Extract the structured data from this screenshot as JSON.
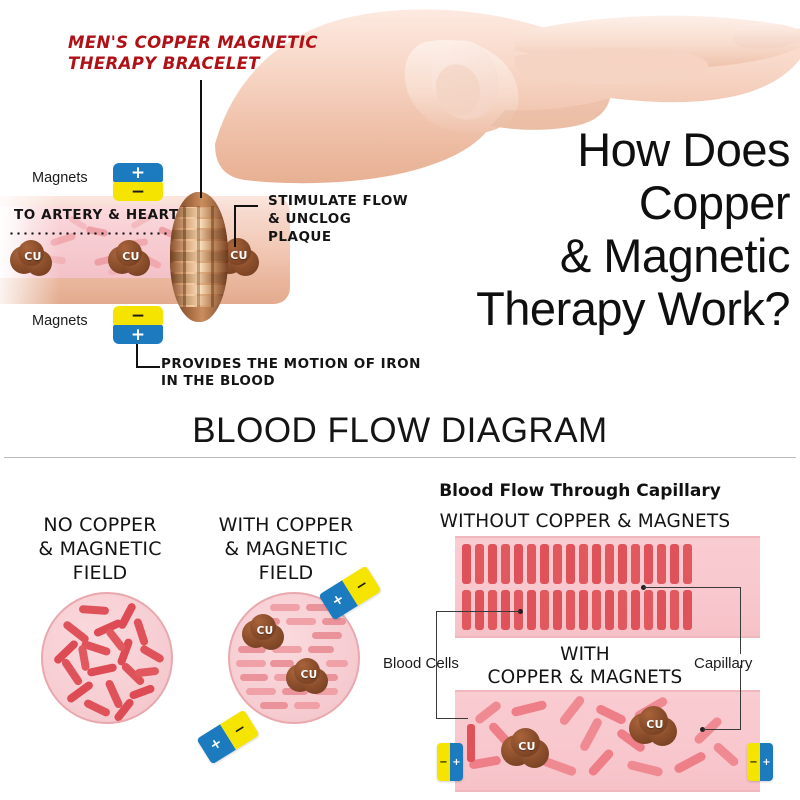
{
  "top": {
    "bracelet_title": "MEN'S COPPER MAGNETIC THERAPY BRACELET",
    "headline_lines": [
      "How Does",
      "Copper",
      "& Magnetic",
      "Therapy Work?"
    ],
    "artery_label": "TO ARTERY & HEART",
    "magnets_label_top": "Magnets",
    "magnets_label_bottom": "Magnets",
    "callout_stimulate": [
      "STIMULATE FLOW",
      "& UNCLOG",
      "PLAQUE"
    ],
    "callout_motion": [
      "PROVIDES THE MOTION OF IRON",
      "IN THE BLOOD"
    ],
    "cu_label": "CU",
    "magnet_plus": "+",
    "magnet_minus": "−"
  },
  "section": {
    "title": "BLOOD FLOW DIAGRAM"
  },
  "circles": [
    {
      "label_lines": [
        "NO COPPER",
        "& MAGNETIC",
        "FIELD"
      ]
    },
    {
      "label_lines": [
        "WITH COPPER",
        "& MAGNETIC",
        "FIELD"
      ]
    }
  ],
  "capillary": {
    "title": "Blood Flow Through Capillary",
    "panel_without": "WITHOUT COPPER & MAGNETS",
    "panel_with_lines": [
      "WITH",
      "COPPER & MAGNETS"
    ],
    "lead_blood_cells": "Blood Cells",
    "lead_capillary": "Capillary"
  },
  "colors": {
    "title_red": "#b01116",
    "magnet_blue": "#1c7bbf",
    "magnet_yellow": "#f5e400",
    "copper_brown": "#8c4f2c",
    "cell_red_dark": "#e0525a",
    "cell_red_light": "#ef9aa0",
    "capillary_pink": "#f9ccd1",
    "skin": "#f2c9b6",
    "text_dark": "#141414"
  }
}
